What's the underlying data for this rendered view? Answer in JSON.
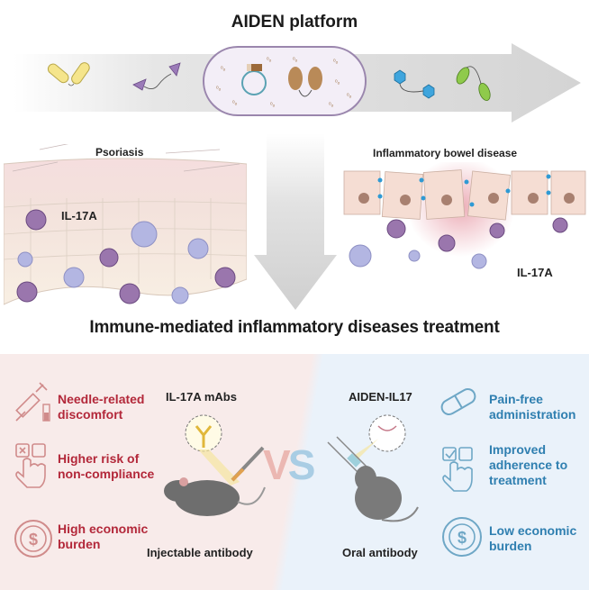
{
  "header": {
    "title": "AIDEN platform"
  },
  "platform_arrow": {
    "items": [
      "yellow-bacteria-icon",
      "purple-triangle-linked-icon",
      "engineered-bacterium-capsule",
      "blue-hexagon-linked-icon",
      "green-ellipse-linked-icon"
    ]
  },
  "diseases": {
    "psoriasis": {
      "title": "Psoriasis",
      "cytokine_label": "IL-17A"
    },
    "ibd": {
      "title": "Inflammatory bowel disease",
      "cytokine_label": "IL-17A"
    }
  },
  "section_title": "Immune-mediated inflammatory diseases treatment",
  "comparison": {
    "left": {
      "drug_label": "IL-17A mAbs",
      "route_label": "Injectable antibody",
      "points": [
        {
          "icon": "syringe-icon",
          "text": "Needle-related discomfort"
        },
        {
          "icon": "checkbox-hand-icon",
          "text": "Higher risk of non-compliance"
        },
        {
          "icon": "dollar-coin-icon",
          "text": "High economic burden"
        }
      ],
      "accent_color": "#b3283a"
    },
    "vs_label": {
      "v": "V",
      "s": "S"
    },
    "right": {
      "drug_label": "AIDEN-IL17",
      "route_label": "Oral antibody",
      "points": [
        {
          "icon": "capsule-icon",
          "text": "Pain-free administration"
        },
        {
          "icon": "checkbox-hand-icon",
          "text": "Improved adherence to treatment"
        },
        {
          "icon": "dollar-coin-icon",
          "text": "Low economic burden"
        }
      ],
      "accent_color": "#2f7fb0"
    }
  }
}
